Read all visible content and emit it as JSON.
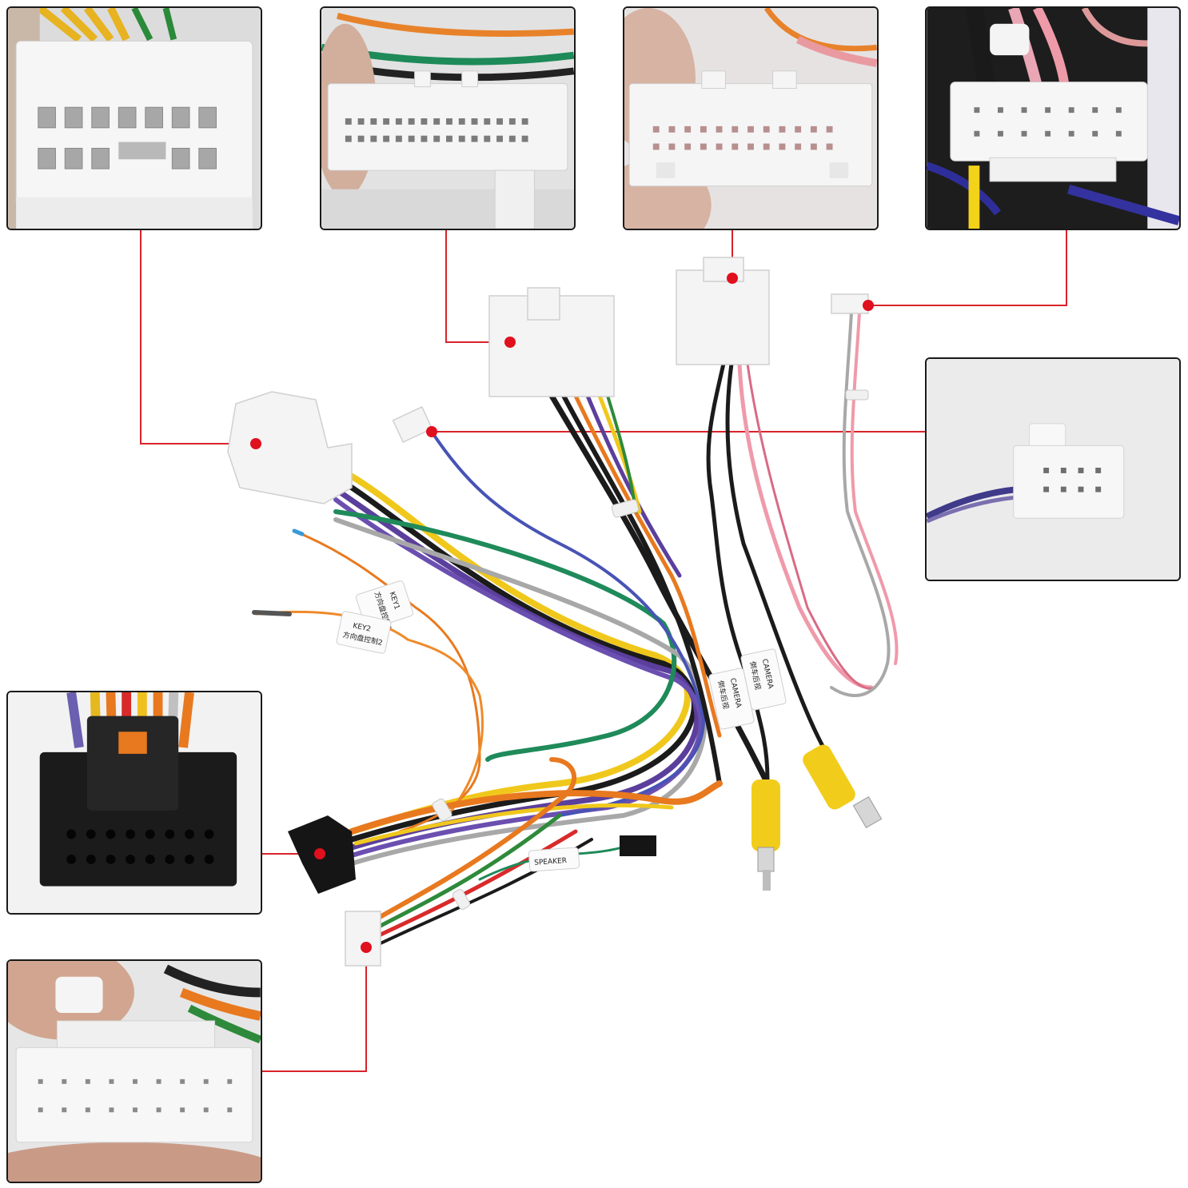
{
  "labels": {
    "key1": "KEY1",
    "key1_cn": "方向盘控制1",
    "key2": "KEY2",
    "key2_cn": "方向盘控制2",
    "camera_a": "CAMERA",
    "camera_a_cn": "倒车后视",
    "camera_b": "CAMERA",
    "camera_b_cn": "倒车后视",
    "speaker": "SPEAKER"
  },
  "colors": {
    "callout_line": "#d8232a",
    "callout_dot": "#e0101e",
    "inset_border": "#1a1a1a",
    "connector_white": "#f4f4f4",
    "connector_black": "#151515",
    "rca_yellow": "#f2cc1a"
  }
}
